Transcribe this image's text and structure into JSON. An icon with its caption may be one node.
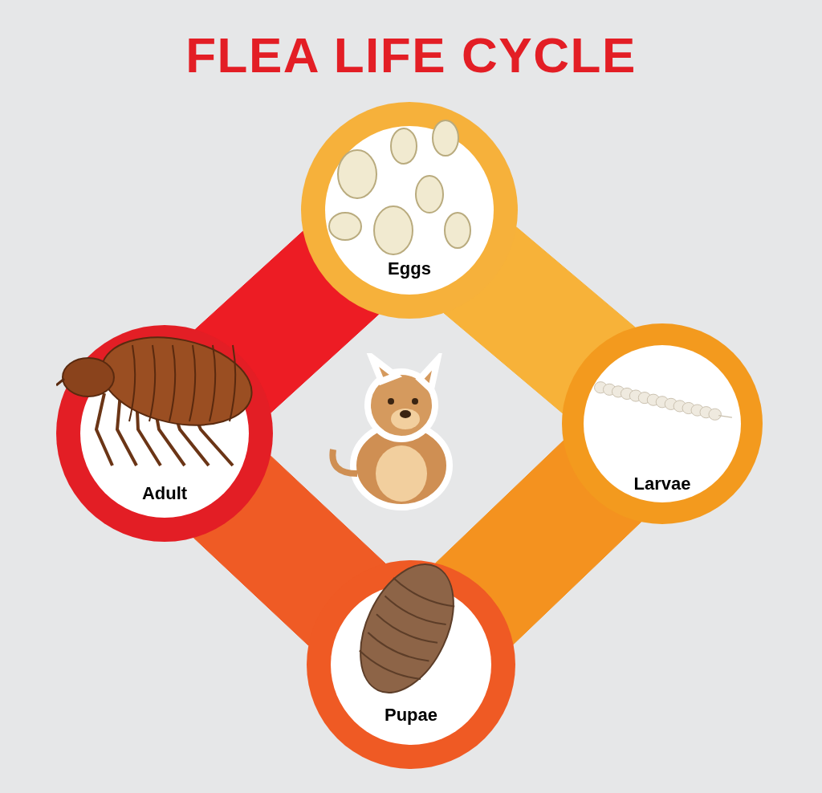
{
  "diagram": {
    "title": "FLEA LIFE CYCLE",
    "nodes": [
      {
        "text": [
          "Eggs"
        ]
      },
      {
        "text": [
          "Adult"
        ]
      },
      {
        "text": [
          "Larvae"
        ]
      },
      {
        "text": [
          "Pupae"
        ]
      }
    ],
    "edges": [
      {
        "from": 1,
        "to": 0,
        "arrow": "none",
        "style": "thick",
        "color": "#ed1c24"
      },
      {
        "from": 0,
        "to": 2,
        "arrow": "none",
        "style": "thick",
        "color": "#f7b239"
      },
      {
        "from": 2,
        "to": 3,
        "arrow": "none",
        "style": "thick",
        "color": "#f4921f"
      },
      {
        "from": 3,
        "to": 1,
        "arrow": "none",
        "style": "thick",
        "color": "#ef5b25"
      }
    ]
  }
}
